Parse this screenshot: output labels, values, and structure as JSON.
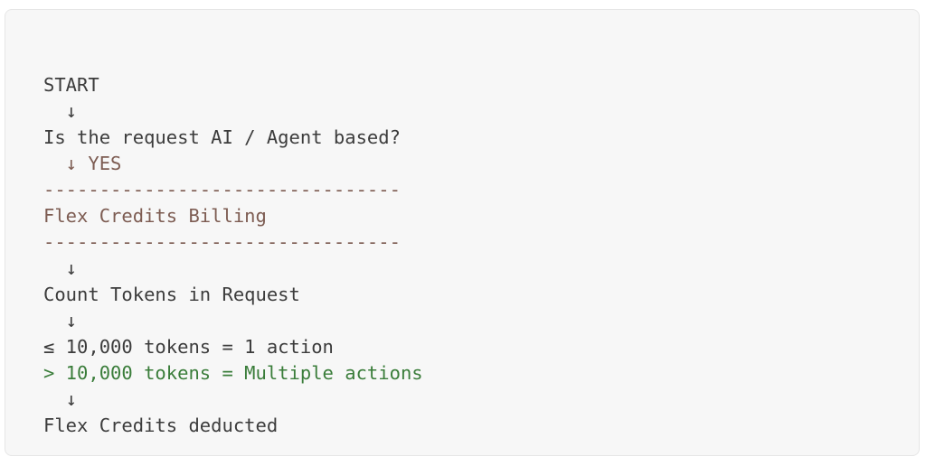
{
  "card": {
    "background_color": "#f7f7f7",
    "border_color": "#e6e6e6",
    "page_background_color": "#ffffff"
  },
  "palette": {
    "default_text": "#3c3c3c",
    "brown_accent": "#7d5c52",
    "green_accent": "#3a7d3a"
  },
  "flow": {
    "title": "Flex Credits Billing",
    "lines": [
      {
        "id": "start",
        "text": "START",
        "color": "default"
      },
      {
        "id": "arrow-1",
        "text": "  ↓",
        "color": "default"
      },
      {
        "id": "decision",
        "text": "Is the request AI / Agent based?",
        "color": "default"
      },
      {
        "id": "branch-yes",
        "text": "  ↓ YES",
        "color": "brown"
      },
      {
        "id": "rule-top",
        "text": "--------------------------------",
        "color": "brown"
      },
      {
        "id": "section-heading",
        "text": "Flex Credits Billing",
        "color": "brown"
      },
      {
        "id": "rule-bottom",
        "text": "--------------------------------",
        "color": "brown"
      },
      {
        "id": "arrow-2",
        "text": "  ↓",
        "color": "default"
      },
      {
        "id": "count-tokens",
        "text": "Count Tokens in Request",
        "color": "default"
      },
      {
        "id": "arrow-3",
        "text": "  ↓",
        "color": "default"
      },
      {
        "id": "rule-under",
        "text": "≤ 10,000 tokens = 1 action",
        "color": "default"
      },
      {
        "id": "rule-over",
        "text": "> 10,000 tokens = Multiple actions",
        "color": "green"
      },
      {
        "id": "arrow-4",
        "text": "  ↓",
        "color": "default"
      },
      {
        "id": "outcome",
        "text": "Flex Credits deducted",
        "color": "default"
      }
    ]
  }
}
